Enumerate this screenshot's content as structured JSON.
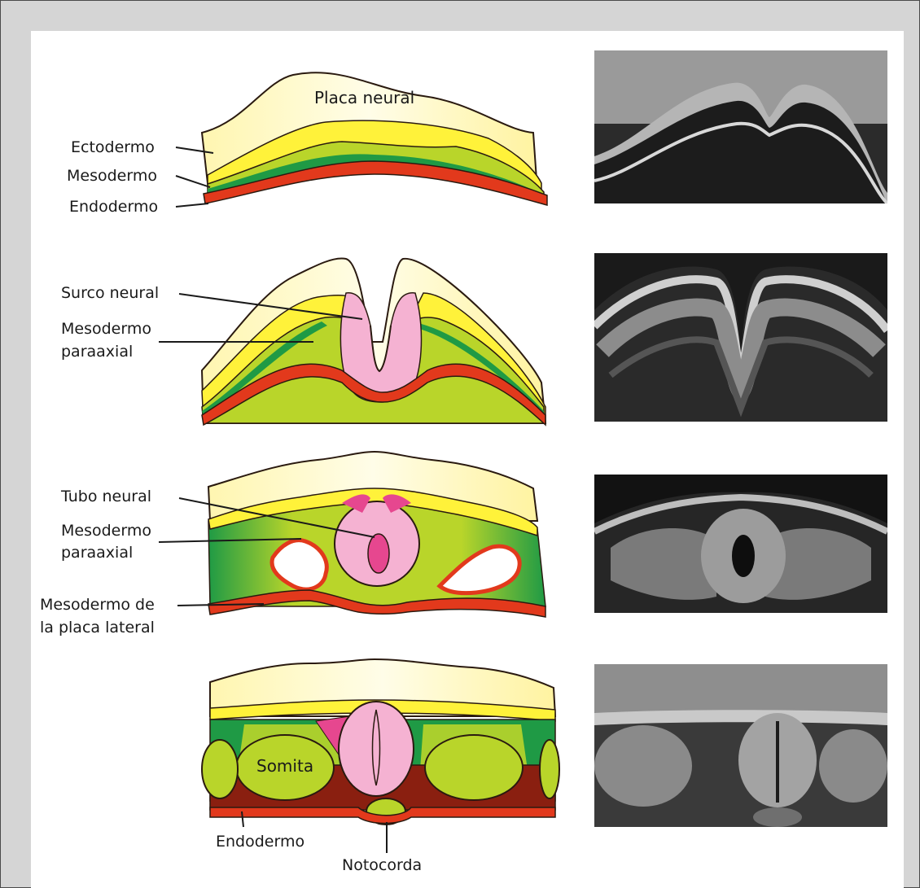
{
  "colors": {
    "ectoderm_pale": "#fffbd2",
    "ectoderm_yellow": "#fff23a",
    "mesoderm_green": "#b9d52a",
    "mesoderm_dark": "#1f9a45",
    "endoderm_red": "#e2391c",
    "neural_pink": "#f5b2d2",
    "neural_lumen": "#e6478f",
    "yolk_brown": "#8a1f10",
    "outline": "#2a1a10",
    "sem_dark": "#1a1a1a"
  },
  "stage1": {
    "placa_neural": "Placa neural",
    "ectodermo": "Ectodermo",
    "mesodermo": "Mesodermo",
    "endodermo": "Endodermo"
  },
  "stage2": {
    "surco_neural": "Surco neural",
    "mesodermo_line1": "Mesodermo",
    "mesodermo_line2": "paraaxial"
  },
  "stage3": {
    "tubo_neural": "Tubo neural",
    "mesodermo_line1": "Mesodermo",
    "mesodermo_line2": "paraaxial",
    "lateral_line1": "Mesodermo de",
    "lateral_line2": "la placa lateral"
  },
  "stage4": {
    "somita": "Somita",
    "endodermo": "Endodermo",
    "notocorda": "Notocorda"
  },
  "photos": [
    {
      "icon": "sem-neural-plate-image"
    },
    {
      "icon": "sem-neural-groove-image"
    },
    {
      "icon": "sem-neural-tube-image"
    },
    {
      "icon": "sem-somite-image"
    }
  ]
}
